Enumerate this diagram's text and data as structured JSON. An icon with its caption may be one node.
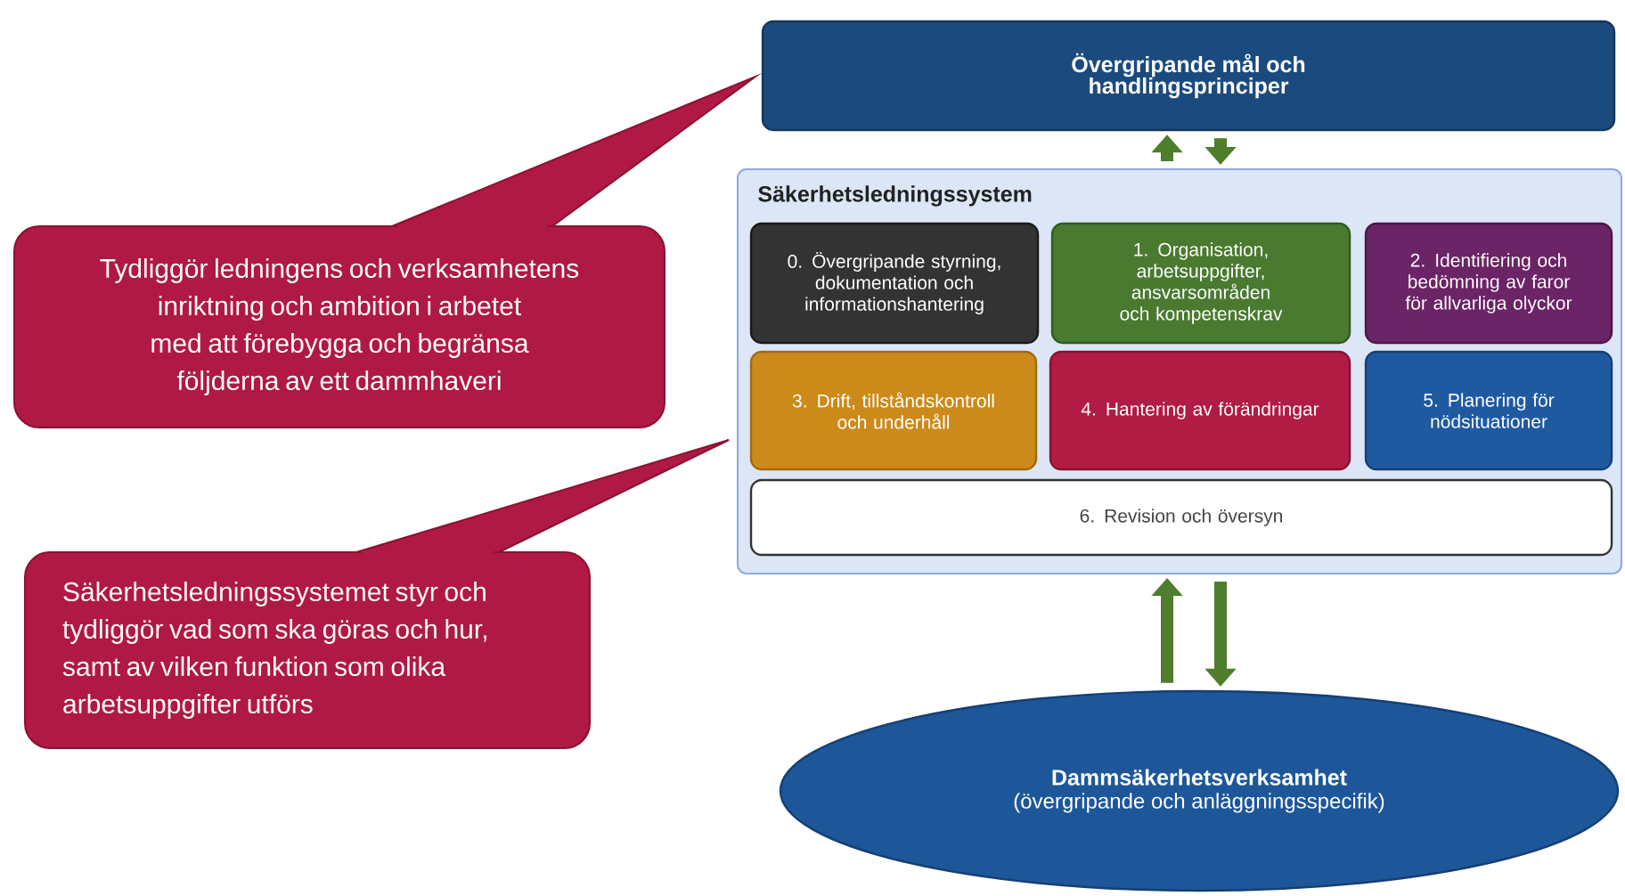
{
  "diagram": {
    "nodes": [
      {
        "text": [
          "Övergripande mål och handlingsprinciper"
        ]
      },
      {
        "text": [
          "Säkerhetsledningssystem"
        ]
      },
      {
        "text": [
          "0. Övergripande styrning, dokumentation och informationshantering"
        ],
        "in": 1
      },
      {
        "text": [
          "1. Organisation, arbetsuppgifter, ansvarsområden och kompetenskrav"
        ],
        "in": 1
      },
      {
        "text": [
          "2. Identifiering och bedömning av faror för allvarliga olyckor"
        ],
        "in": 1
      },
      {
        "text": [
          "3. Drift, tillståndskontroll och underhåll"
        ],
        "in": 1
      },
      {
        "text": [
          "4. Hantering av förändringar"
        ],
        "in": 1
      },
      {
        "text": [
          "5. Planering för nödsituationer"
        ],
        "in": 1
      },
      {
        "text": [
          "6. Revision och översyn"
        ],
        "in": 1
      },
      {
        "text": [
          "Dammsäkerhetsverksamhet",
          "(övergripande och anläggningsspecifik)"
        ]
      },
      {
        "text": [
          "Tydliggör ledningens och verksamhetens inriktning och ambition i arbetet med att förebygga och begränsa följderna av ett dammhaveri"
        ]
      },
      {
        "text": [
          "Säkerhetsledningssystemet styr och tydliggör vad som ska göras och hur, samt av vilken funktion som olika arbetsuppgifter utförs"
        ]
      }
    ],
    "edges": [
      {
        "from": 1,
        "to": 0,
        "arrow": "to"
      },
      {
        "from": 0,
        "to": 1,
        "arrow": "to"
      },
      {
        "from": 9,
        "to": 1,
        "arrow": "to"
      },
      {
        "from": 1,
        "to": 9,
        "arrow": "to",
        "color": "#4e7d2c"
      }
    ]
  }
}
